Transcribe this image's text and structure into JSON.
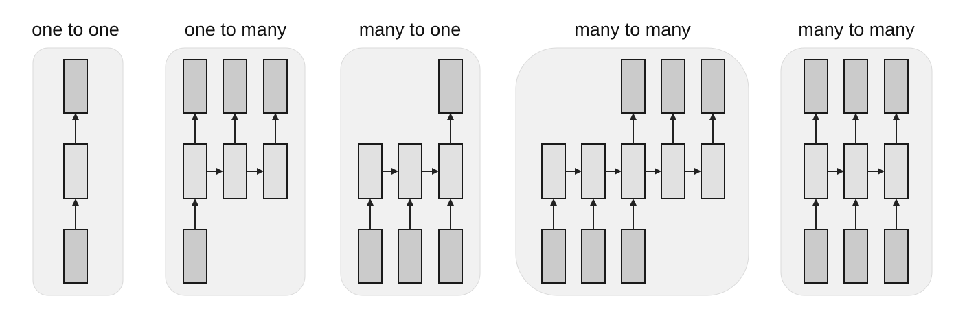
{
  "panels": [
    {
      "title": "one to one",
      "n_inputs": 1,
      "n_outputs": 1,
      "n_hidden": 1
    },
    {
      "title": "one to many",
      "n_inputs": 1,
      "n_outputs": 3,
      "n_hidden": 3
    },
    {
      "title": "many to one",
      "n_inputs": 3,
      "n_outputs": 1,
      "n_hidden": 3
    },
    {
      "title": "many to many",
      "n_inputs": 3,
      "n_outputs": 3,
      "n_hidden": 5
    },
    {
      "title": "many to many",
      "n_inputs": 3,
      "n_outputs": 3,
      "n_hidden": 3
    }
  ]
}
